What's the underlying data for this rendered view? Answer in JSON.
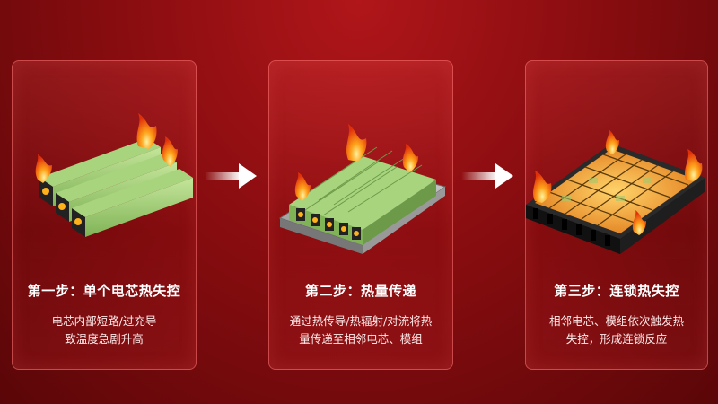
{
  "colors": {
    "background": "#8a0d10",
    "cell_green": "#9ccc72",
    "cap": "#1f1f1f",
    "flame": "#ff8c1a"
  },
  "steps": [
    {
      "title": "第一步：单个电芯热失控",
      "desc": [
        "电芯内部短路/过充导",
        "致温度急剧升高"
      ],
      "illustration": "three-cells-on-fire"
    },
    {
      "title": "第二步：热量传递",
      "desc": [
        "通过热传导/热辐射/对流将热",
        "量传递至相邻电芯、模组"
      ],
      "illustration": "module-on-fire"
    },
    {
      "title": "第三步：连锁热失控",
      "desc": [
        "相邻电芯、模组依次触发热",
        "失控，形成连锁反应"
      ],
      "illustration": "battery-pack-on-fire"
    }
  ],
  "arrows": [
    "arrow-right-icon",
    "arrow-right-icon"
  ]
}
